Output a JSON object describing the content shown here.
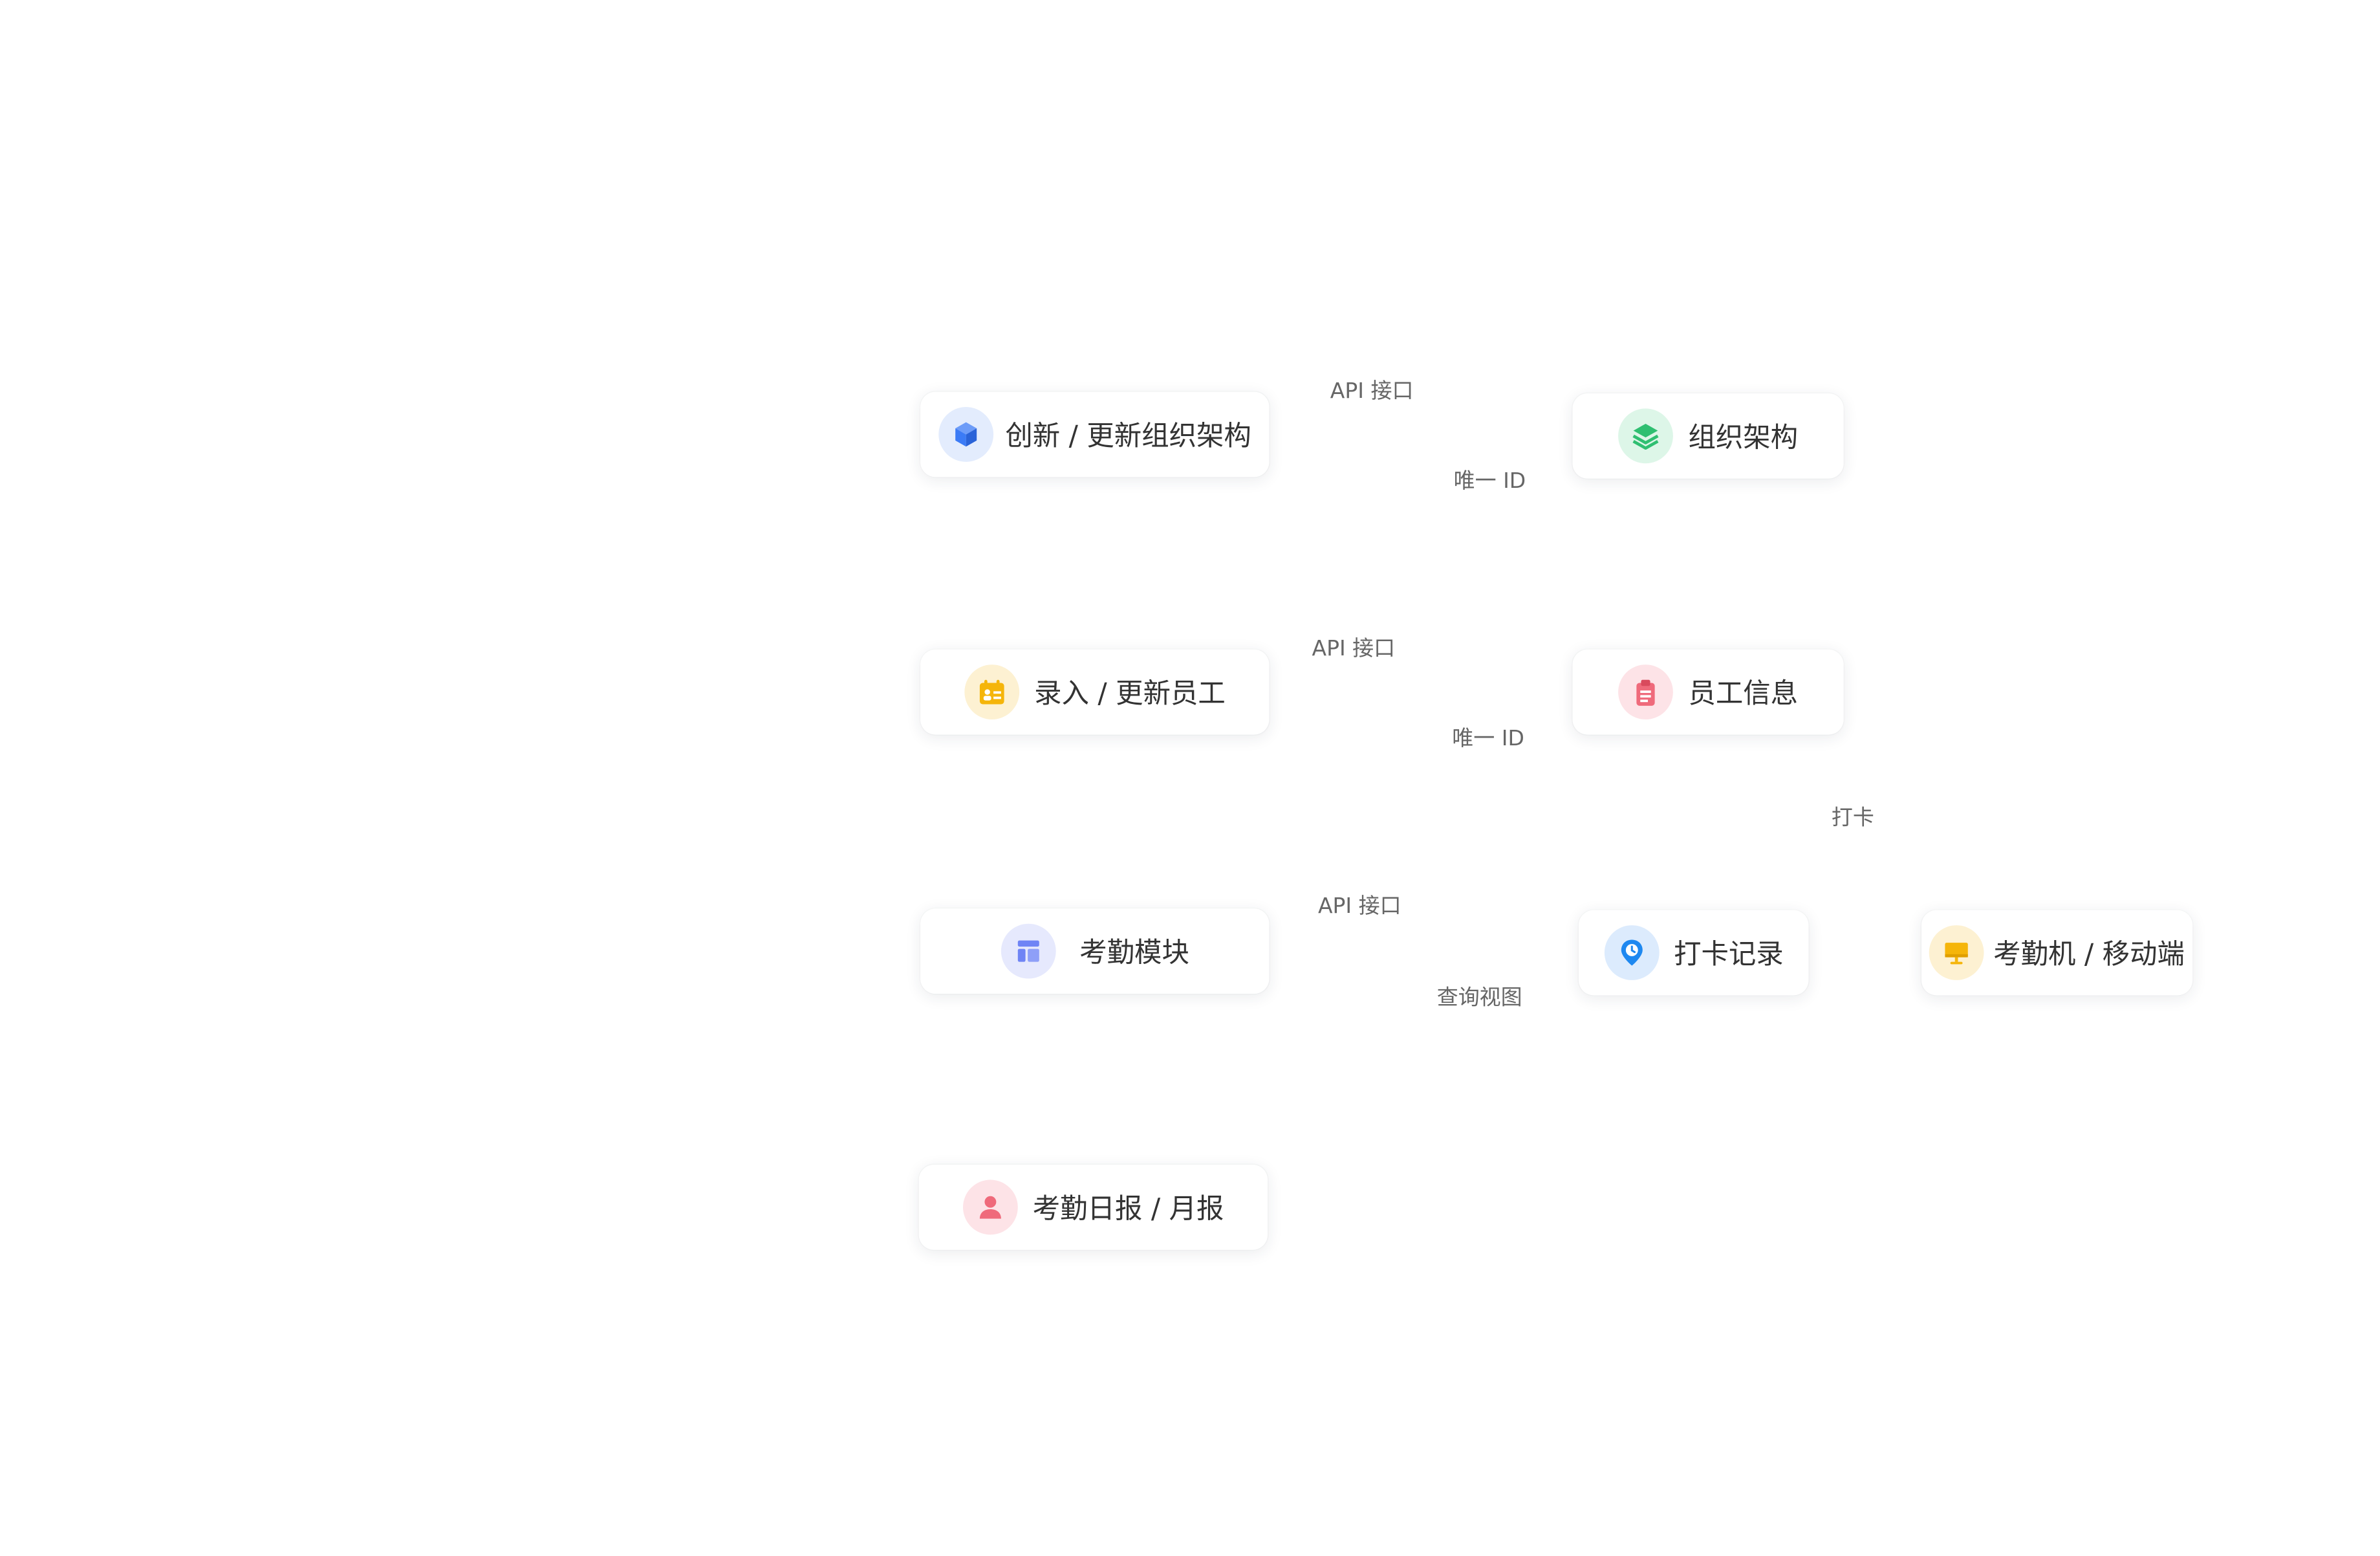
{
  "colors": {
    "background": "#ffffff",
    "node_text": "#333333",
    "edge_text": "#666666",
    "blue": "#3b7bf6",
    "green": "#2fbf71",
    "amber": "#f5b50a",
    "red": "#ef6a7b",
    "indigo": "#6f84f5",
    "sky": "#1e88f0"
  },
  "nodes": [
    {
      "id": "create-org",
      "label": "创新 / 更新组织架构",
      "icon": "cube-icon",
      "color": "#3b7bf6"
    },
    {
      "id": "org",
      "label": "组织架构",
      "icon": "layers-icon",
      "color": "#2fbf71"
    },
    {
      "id": "add-employee",
      "label": "录入 / 更新员工",
      "icon": "id-card-icon",
      "color": "#f5b50a"
    },
    {
      "id": "employee-info",
      "label": "员工信息",
      "icon": "clipboard-icon",
      "color": "#ef6a7b"
    },
    {
      "id": "attendance-module",
      "label": "考勤模块",
      "icon": "layout-icon",
      "color": "#6f84f5"
    },
    {
      "id": "clock-records",
      "label": "打卡记录",
      "icon": "location-clock-icon",
      "color": "#1e88f0"
    },
    {
      "id": "device",
      "label": "考勤机 / 移动端",
      "icon": "monitor-icon",
      "color": "#f5b50a"
    },
    {
      "id": "reports",
      "label": "考勤日报 / 月报",
      "icon": "user-icon",
      "color": "#ef6a7b"
    }
  ],
  "edge_labels": {
    "api_1": "API 接口",
    "unique_id_1": "唯一 ID",
    "api_2": "API 接口",
    "unique_id_2": "唯一 ID",
    "clock_in": "打卡",
    "api_3": "API 接口",
    "query_view": "查询视图"
  }
}
